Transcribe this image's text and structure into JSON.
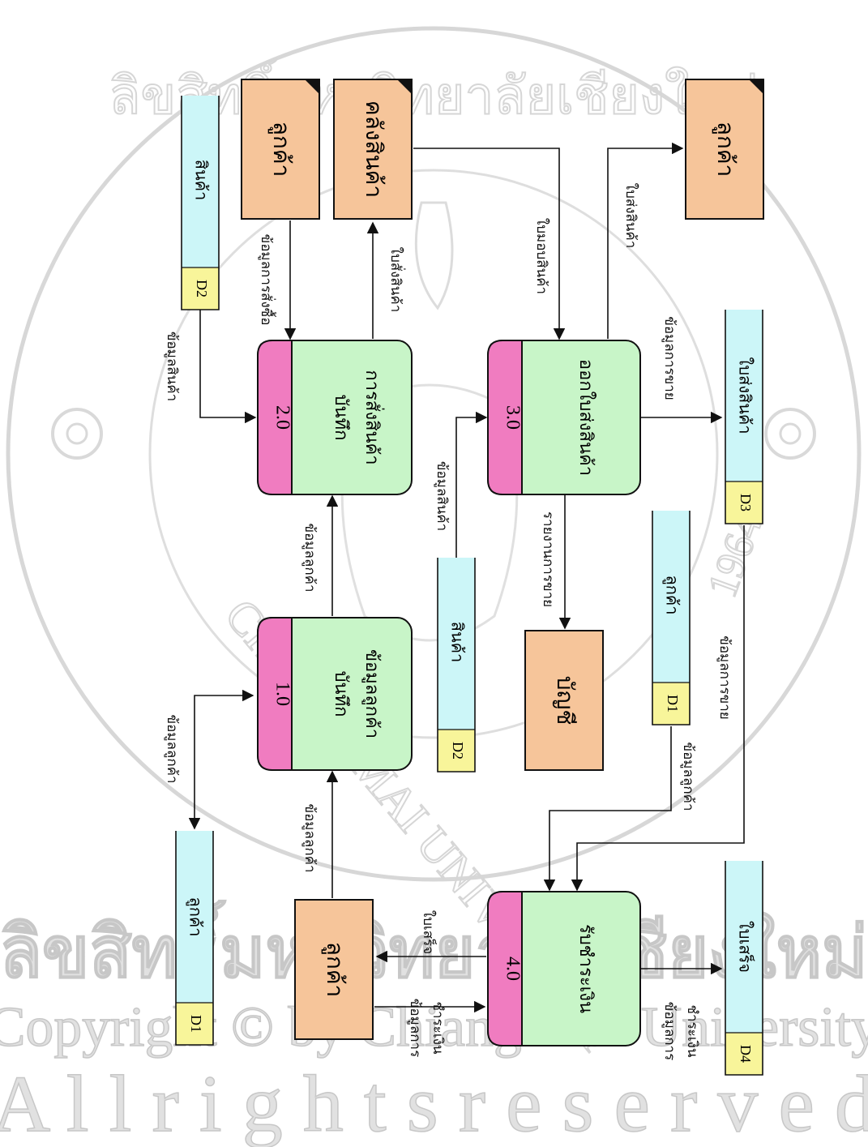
{
  "colors": {
    "process_body": "#c8f5c8",
    "process_header": "#f07cc0",
    "entity_fill": "#f6c59a",
    "store_fill": "#ccf6f8",
    "store_id_fill": "#f8f59a",
    "line": "#111111",
    "watermark": "#a8a8a8"
  },
  "processes": [
    {
      "id": "p1",
      "number": "1.0",
      "line1": "บันทึก",
      "line2": "ข้อมูลลูกค้า"
    },
    {
      "id": "p2",
      "number": "2.0",
      "line1": "บันทึก",
      "line2": "การสั่งสินค้า"
    },
    {
      "id": "p3",
      "number": "3.0",
      "line1": "ออกใบส่งสินค้า",
      "line2": ""
    },
    {
      "id": "p4",
      "number": "4.0",
      "line1": "รับชำระเงิน",
      "line2": ""
    }
  ],
  "entities": [
    {
      "id": "e_customer_top",
      "label": "ลูกค้า"
    },
    {
      "id": "e_warehouse",
      "label": "คลังสินค้า"
    },
    {
      "id": "e_customer_right",
      "label": "ลูกค้า"
    },
    {
      "id": "e_accounting",
      "label": "บัญชี"
    },
    {
      "id": "e_customer_bottom",
      "label": "ลูกค้า"
    }
  ],
  "stores": [
    {
      "id": "s_d2_top",
      "code": "D2",
      "label": "สินค้า"
    },
    {
      "id": "s_d2_mid",
      "code": "D2",
      "label": "สินค้า"
    },
    {
      "id": "s_d1_mid",
      "code": "D1",
      "label": "ลูกค้า"
    },
    {
      "id": "s_d3",
      "code": "D3",
      "label": "ใบส่งสินค้า"
    },
    {
      "id": "s_d1_left",
      "code": "D1",
      "label": "ลูกค้า"
    },
    {
      "id": "s_d4",
      "code": "D4",
      "label": "ใบเสร็จ"
    }
  ],
  "flow_labels": {
    "f_d2_p2": "ข้อมูลสินค้า",
    "f_cust_p2": "ข้อมูลการสั่งซื้อ",
    "f_p2_wh": "ใบสั่งสินค้า",
    "f_wh_p3": "ใบมอบสินค้า",
    "f_p3_cust": "ใบส่งสินค้า",
    "f_p3_d3": "ข้อมูลการขาย",
    "f_p1_p2": "ข้อมูลลูกค้า",
    "f_d2_p3": "ข้อมูลสินค้า",
    "f_p3_acc": "รายงานการขาย",
    "f_d3_p4": "ข้อมูลการขาย",
    "f_d1_p4": "ข้อมูลลูกค้า",
    "f_d1_p1": "ข้อมูลลูกค้า",
    "f_cust_p1": "ข้อมูลลูกค้า",
    "f_p4_cust": "ใบเสร็จ",
    "f_cust_p4_l1": "ข้อมูลการ",
    "f_cust_p4_l2": "ชำระเงิน",
    "f_p4_d4_l1": "ข้อมูลการ",
    "f_p4_d4_l2": "ชำระเงิน"
  },
  "watermark": {
    "top_arc": "ลิขสิทธิ์มหาวิทยาลัยเชียงใหม่",
    "ring_text": "CHIANG MAI UNIVERSITY",
    "year": "1964",
    "line_thai": "ลิขสิทธิ์มหาวิทยาลัยเชียงใหม่",
    "line_copyright": "Copyright © by Chiang Mai University",
    "line_rights": "A l l   r i g h t s   r e s e r v e d"
  }
}
